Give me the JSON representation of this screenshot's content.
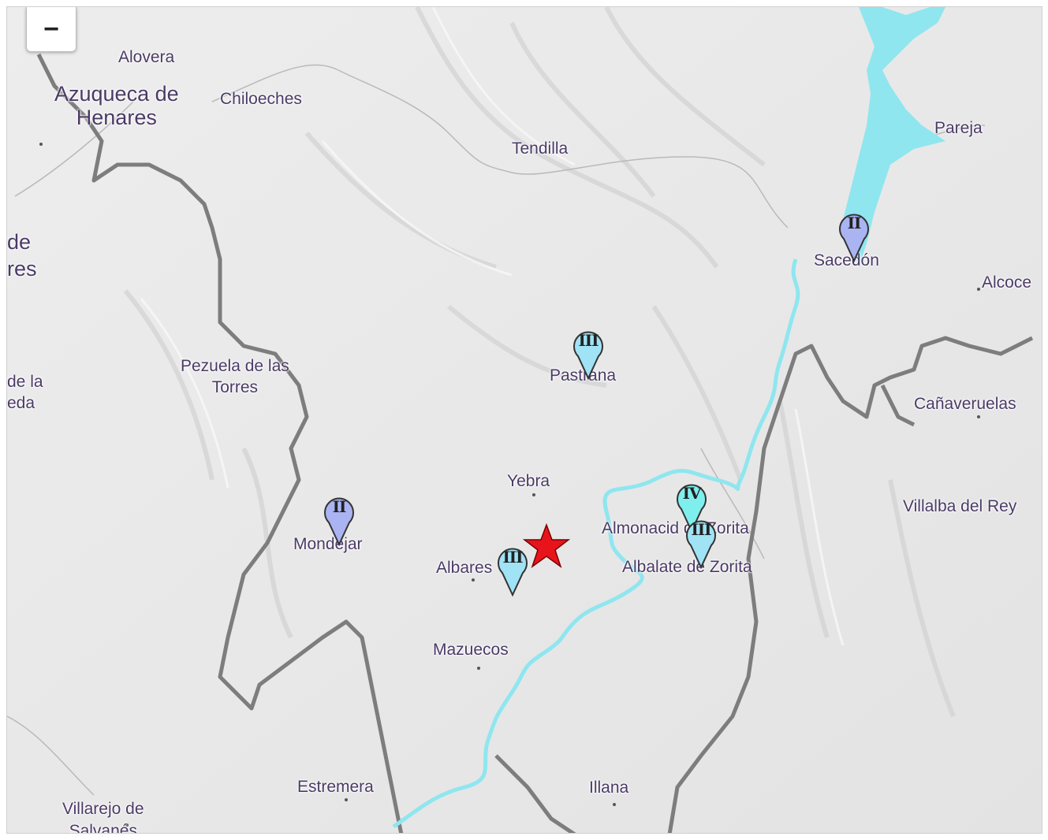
{
  "controls": {
    "zoom_out_label": "−"
  },
  "places": [
    {
      "id": "alovera",
      "text": "Alovera"
    },
    {
      "id": "azuqueca",
      "text": "Azuqueca de\nHenares"
    },
    {
      "id": "chiloeches",
      "text": "Chiloeches"
    },
    {
      "id": "tendilla",
      "text": "Tendilla"
    },
    {
      "id": "pareja",
      "text": "Pareja"
    },
    {
      "id": "sacedon",
      "text": "Sacedón"
    },
    {
      "id": "alcocer",
      "text": "Alcoce"
    },
    {
      "id": "de-res",
      "text": "de\nres"
    },
    {
      "id": "pezuela",
      "text": "Pezuela de las\nTorres"
    },
    {
      "id": "pastrana",
      "text": "Pastrana"
    },
    {
      "id": "de-la-eda",
      "text": "de la\neda"
    },
    {
      "id": "canaveruelas",
      "text": "Cañaveruelas"
    },
    {
      "id": "yebra",
      "text": "Yebra"
    },
    {
      "id": "villalba",
      "text": "Villalba del Rey"
    },
    {
      "id": "mondejar",
      "text": "Mondéjar"
    },
    {
      "id": "almonacid",
      "text": "Almonacid de Zorita"
    },
    {
      "id": "albalate",
      "text": "Albalate de Zorita"
    },
    {
      "id": "albares",
      "text": "Albares"
    },
    {
      "id": "mazuecos",
      "text": "Mazuecos"
    },
    {
      "id": "estremera",
      "text": "Estremera"
    },
    {
      "id": "illana",
      "text": "Illana"
    },
    {
      "id": "villarejo",
      "text": "Villarejo de\nSalvanés"
    }
  ],
  "markers": [
    {
      "id": "sacedon",
      "label": "II",
      "color": "#aab4f2"
    },
    {
      "id": "pastrana",
      "label": "III",
      "color": "#9fe3f5"
    },
    {
      "id": "mondejar",
      "label": "II",
      "color": "#aab4f2"
    },
    {
      "id": "almonacid",
      "label": "IV",
      "color": "#7fefee"
    },
    {
      "id": "albalate",
      "label": "III",
      "color": "#9fe3f5"
    },
    {
      "id": "albares",
      "label": "III",
      "color": "#9fe3f5"
    }
  ],
  "epicenter": {
    "icon": "star-icon",
    "color": "#e8141c"
  },
  "colors": {
    "water": "#8fe6ef",
    "border": "#7a7a7a",
    "terrain": "#e9e9e9"
  }
}
